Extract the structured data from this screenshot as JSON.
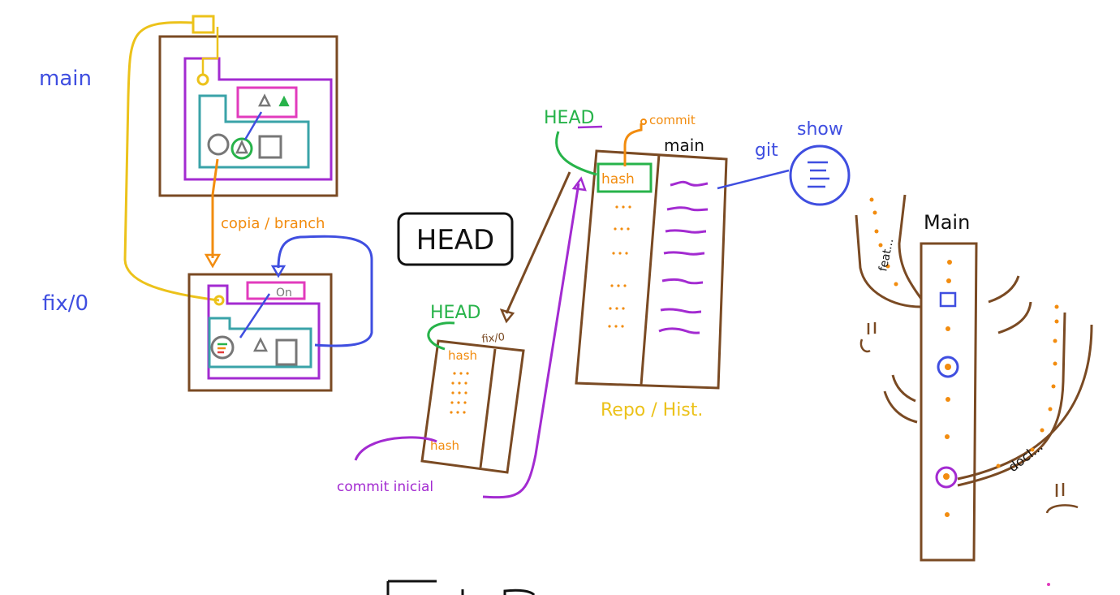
{
  "colors": {
    "brown": "#7a4a23",
    "purple": "#a32bd1",
    "teal": "#3aa3a8",
    "pink": "#e23bbd",
    "green": "#27b34a",
    "blue": "#3f4ee0",
    "orange": "#f28c0f",
    "yellow": "#ecc21a",
    "gray": "#777777",
    "black": "#111111"
  },
  "labels": {
    "main_top": "main",
    "fix_branch": "fix/0",
    "copy_branch": "copia / branch",
    "head_box": "HEAD",
    "head_top": "HEAD",
    "commit_tag": "commit",
    "main_repo": "main",
    "hash_top": "hash",
    "git_word": "git",
    "show_word": "show",
    "head_left": "HEAD",
    "fix_small": "fix/0",
    "hash_mid": "hash",
    "hash_low": "hash",
    "commit_inicial": "commit inicial",
    "repo_hist": "Repo / Hist.",
    "main_right": "Main",
    "side_feat": "feat...",
    "side_doc": "docl..."
  }
}
